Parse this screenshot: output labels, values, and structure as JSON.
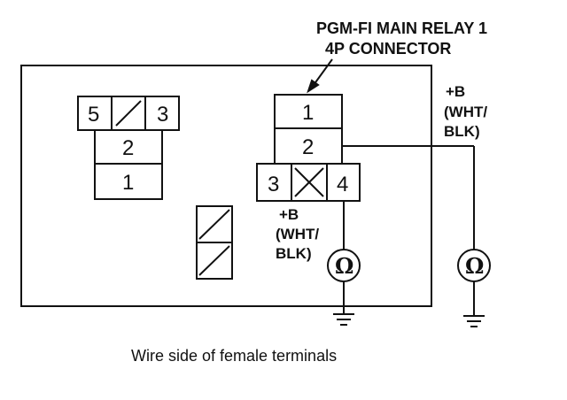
{
  "title_line1": "PGM-FI MAIN RELAY 1",
  "title_line2": "4P CONNECTOR",
  "left_connector": {
    "top_row": [
      "5",
      "3"
    ],
    "rows": [
      "2",
      "1"
    ]
  },
  "relay_connector": {
    "rows": [
      "1",
      "2"
    ],
    "bottom_row": [
      "3",
      "4"
    ]
  },
  "probe_lower": {
    "line1": "+B",
    "line2": "(WHT/",
    "line3": "BLK)"
  },
  "probe_right": {
    "line1": "+B",
    "line2": "(WHT/",
    "line3": "BLK)"
  },
  "ohm_symbol": "Ω",
  "caption": "Wire side of female terminals"
}
